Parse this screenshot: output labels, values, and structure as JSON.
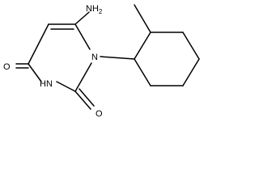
{
  "atoms": {
    "amine_n": "NH",
    "amine_h_count": "2",
    "ring_n1": "N",
    "ring_n3": "HN",
    "oxygen_c4": "O",
    "oxygen_c2": "O"
  },
  "colors": {
    "bond": "#000000",
    "label": "#000000",
    "background": "#ffffff"
  }
}
